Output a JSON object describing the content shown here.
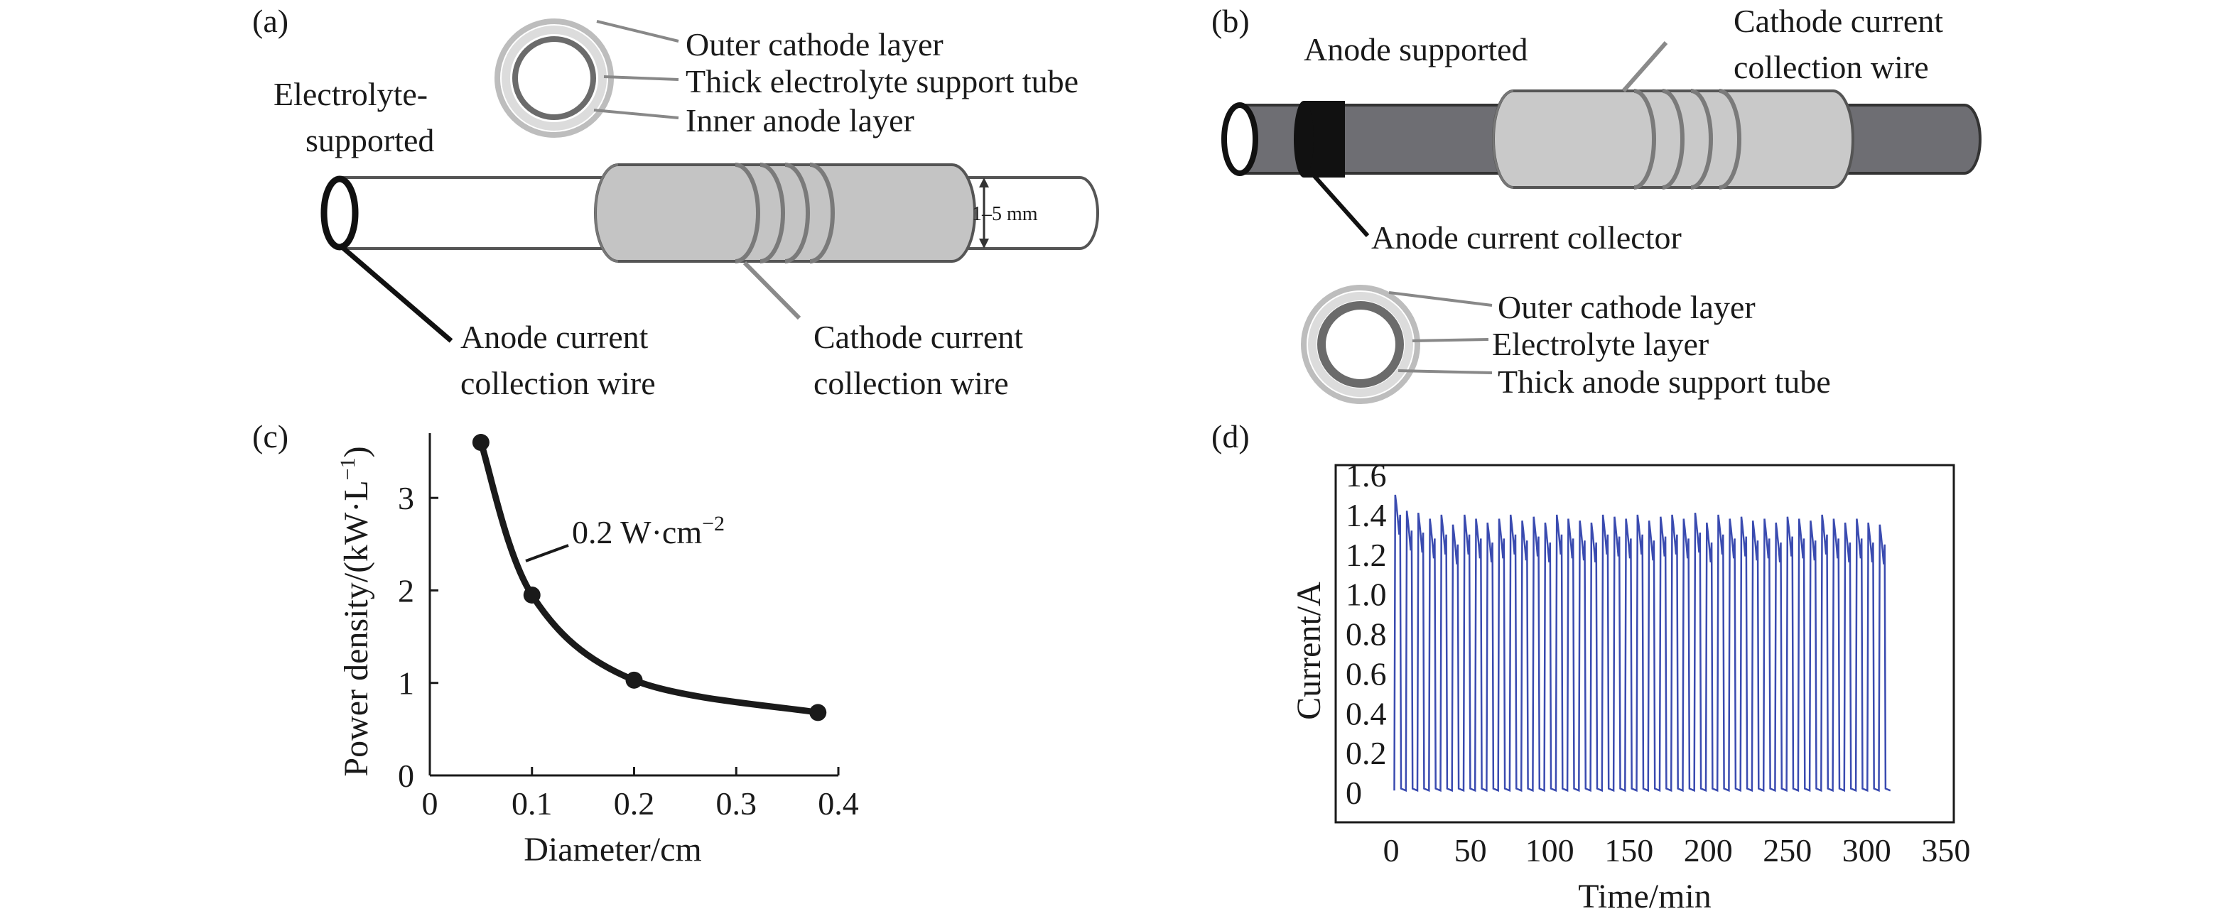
{
  "panels": {
    "a": {
      "tag": "(a)",
      "label_electrolyte_supported_1": "Electrolyte-",
      "label_electrolyte_supported_2": "supported",
      "label_outer_cathode": "Outer cathode layer",
      "label_thick_electrolyte": "Thick electrolyte support tube",
      "label_inner_anode": "Inner anode layer",
      "label_dimension": "1–5 mm",
      "label_anode_wire_1": "Anode current",
      "label_anode_wire_2": "collection wire",
      "label_cathode_wire_1": "Cathode current",
      "label_cathode_wire_2": "collection wire"
    },
    "b": {
      "tag": "(b)",
      "label_anode_supported": "Anode supported",
      "label_cathode_wire_1": "Cathode current",
      "label_cathode_wire_2": "collection wire",
      "label_anode_collector": "Anode current collector",
      "label_outer_cathode": "Outer cathode layer",
      "label_electrolyte_layer": "Electrolyte layer",
      "label_thick_anode": "Thick anode support tube"
    },
    "c": {
      "tag": "(c)",
      "annotation": "0.2 W·cm",
      "annotation_sup": "−2"
    },
    "d": {
      "tag": "(d)"
    }
  },
  "chart_data": [
    {
      "type": "line",
      "panel": "c",
      "xlabel": "Diameter/cm",
      "ylabel": "Power density/(kW·L",
      "ylabel_sup": "−1",
      "ylabel_end": ")",
      "xlim": [
        0,
        0.4
      ],
      "ylim": [
        0,
        3.7
      ],
      "xticks": [
        0,
        0.1,
        0.2,
        0.3,
        0.4
      ],
      "xtick_labels": [
        "0",
        "0.1",
        "0.2",
        "0.3",
        "0.4"
      ],
      "yticks": [
        0,
        1,
        2,
        3
      ],
      "ytick_labels": [
        "0",
        "1",
        "2",
        "3"
      ],
      "series": [
        {
          "x": [
            0.05,
            0.1,
            0.2,
            0.38
          ],
          "y": [
            3.6,
            1.95,
            1.03,
            0.68
          ]
        }
      ],
      "color": "#1a1a1a"
    },
    {
      "type": "line",
      "panel": "d",
      "xlabel": "Time/min",
      "ylabel": "Current/A",
      "xlim": [
        -35,
        355
      ],
      "ylim": [
        -0.15,
        1.65
      ],
      "xticks": [
        0,
        50,
        100,
        150,
        200,
        250,
        300,
        350
      ],
      "xtick_labels": [
        "0",
        "50",
        "100",
        "150",
        "200",
        "250",
        "300",
        "350"
      ],
      "yticks": [
        0,
        0.2,
        0.4,
        0.6,
        0.8,
        1.0,
        1.2,
        1.4,
        1.6
      ],
      "ytick_labels": [
        "0",
        "0.2",
        "0.4",
        "0.6",
        "0.8",
        "1.0",
        "1.2",
        "1.4",
        "1.6"
      ],
      "pulse_start": 2,
      "pulse_end": 315,
      "pulse_count": 43,
      "pulse_peaks": [
        1.5,
        1.42,
        1.41,
        1.38,
        1.4,
        1.35,
        1.4,
        1.38,
        1.36,
        1.38,
        1.4,
        1.37,
        1.39,
        1.36,
        1.4,
        1.38,
        1.37,
        1.36,
        1.4,
        1.39,
        1.38,
        1.4,
        1.37,
        1.39,
        1.4,
        1.38,
        1.41,
        1.36,
        1.4,
        1.38,
        1.39,
        1.37,
        1.38,
        1.36,
        1.39,
        1.38,
        1.37,
        1.4,
        1.38,
        1.36,
        1.38,
        1.36,
        1.35
      ],
      "color": "#3a4bb0"
    }
  ]
}
